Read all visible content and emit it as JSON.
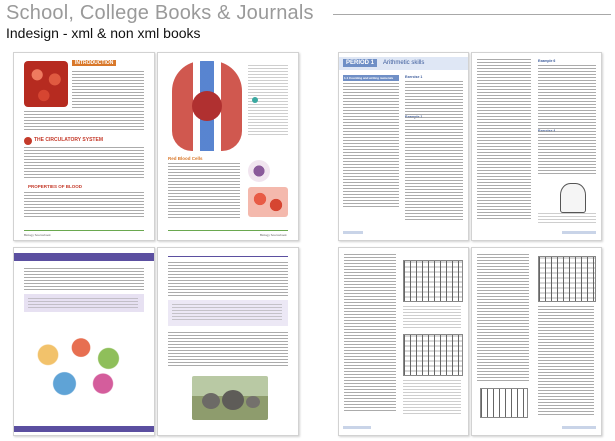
{
  "header": {
    "title": "School, College Books & Journals",
    "subtitle": "Indesign - xml & non xml books"
  },
  "books": {
    "biology_page1": {
      "section1": "INTRODUCTION",
      "section2": "THE CIRCULATORY SYSTEM",
      "section3": "PROPERTIES OF BLOOD",
      "footer": "Biology Sourcebook"
    },
    "biology_page2": {
      "section": "Red Blood Cells",
      "footer": "Biology Sourcebook"
    },
    "math_page1": {
      "period": "PERIOD 1",
      "chapter": "Arithmetic skills",
      "bar_label": "1.1 Counting and writing numerals",
      "example": "Example 1",
      "exercise": "Exercise 1"
    },
    "math_page2": {
      "example": "Example 6",
      "exercise": "Exercise 4"
    }
  },
  "colors": {
    "title_gray": "#9a9a9a",
    "math_blue": "#6f8fc6",
    "bio_red": "#c43a2a",
    "bio_orange": "#d9782a",
    "green_accent": "#6aa84f",
    "purple_accent": "#6b5fa8"
  }
}
